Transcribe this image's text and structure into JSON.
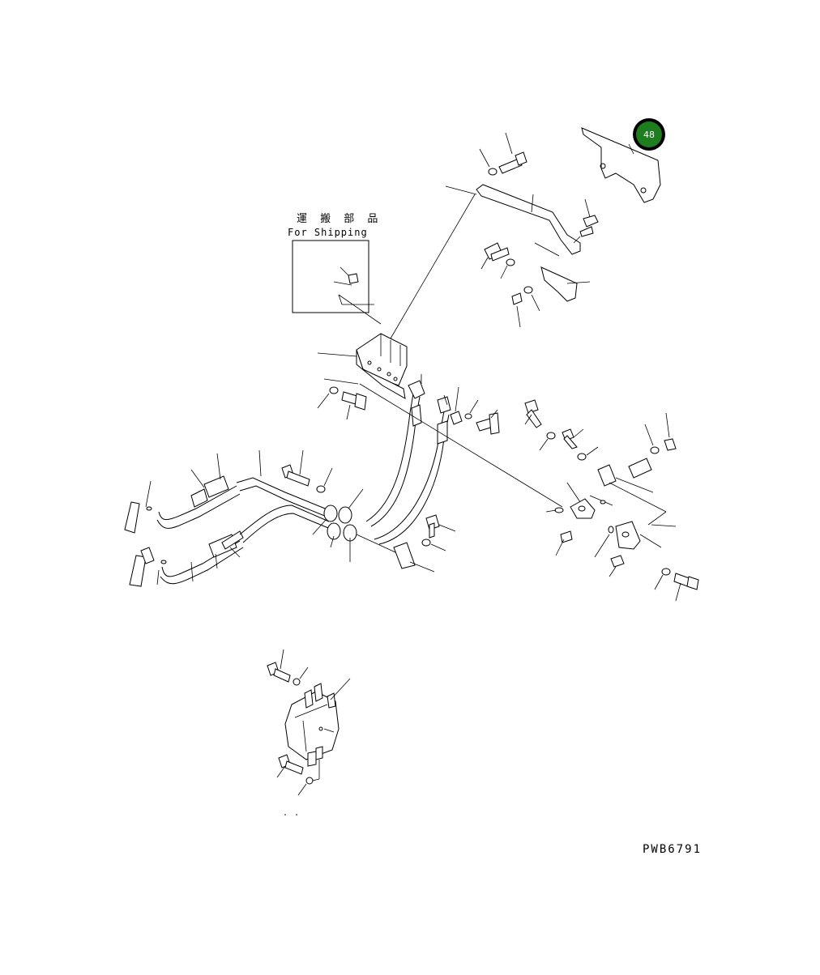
{
  "callout": {
    "number": "48",
    "color": "#1e7d1e"
  },
  "shipping_box": {
    "title_jp": "運 搬 部 品",
    "title_en": "For Shipping"
  },
  "figure_code": "PWB6791"
}
